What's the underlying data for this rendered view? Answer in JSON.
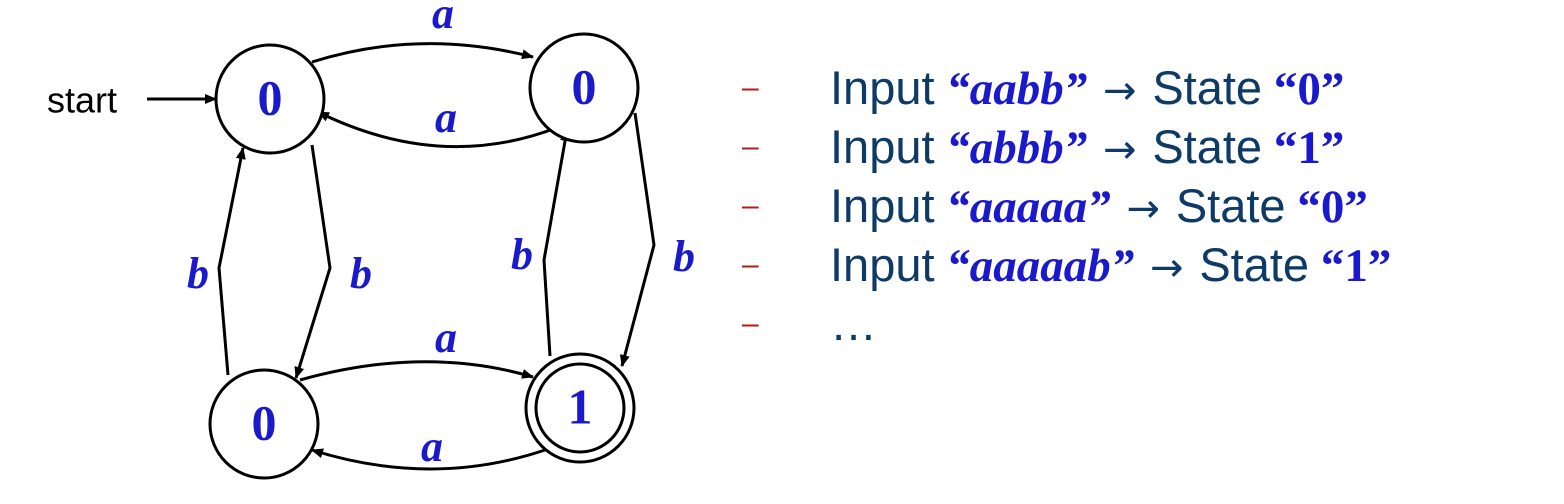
{
  "diagram": {
    "start_label": "start",
    "states": [
      {
        "id": "top-left",
        "label": "0",
        "accepting": false,
        "initial": true
      },
      {
        "id": "top-right",
        "label": "0",
        "accepting": false,
        "initial": false
      },
      {
        "id": "bottom-left",
        "label": "0",
        "accepting": false,
        "initial": false
      },
      {
        "id": "bottom-right",
        "label": "1",
        "accepting": true,
        "initial": false
      }
    ],
    "transitions": [
      {
        "from": "top-left",
        "to": "top-right",
        "symbol": "a"
      },
      {
        "from": "top-right",
        "to": "top-left",
        "symbol": "a"
      },
      {
        "from": "bottom-left",
        "to": "bottom-right",
        "symbol": "a"
      },
      {
        "from": "bottom-right",
        "to": "bottom-left",
        "symbol": "a"
      },
      {
        "from": "bottom-left",
        "to": "top-left",
        "symbol": "b"
      },
      {
        "from": "top-left",
        "to": "bottom-left",
        "symbol": "b"
      },
      {
        "from": "bottom-right",
        "to": "top-right",
        "symbol": "b"
      },
      {
        "from": "top-right",
        "to": "bottom-right",
        "symbol": "b"
      }
    ]
  },
  "examples": [
    {
      "bullet": "–",
      "prefix": "Input",
      "open_quote": "“",
      "input": "aabb",
      "close_quote": "”",
      "arrow": "→",
      "state_word": "State",
      "state_open_quote": "“",
      "state": "0",
      "state_close_quote": "”"
    },
    {
      "bullet": "–",
      "prefix": "Input",
      "open_quote": "“",
      "input": "abbb",
      "close_quote": "”",
      "arrow": "→",
      "state_word": "State",
      "state_open_quote": "“",
      "state": "1",
      "state_close_quote": "”"
    },
    {
      "bullet": "–",
      "prefix": "Input",
      "open_quote": "“",
      "input": "aaaaa",
      "close_quote": "”",
      "arrow": "→",
      "state_word": "State",
      "state_open_quote": "“",
      "state": "0",
      "state_close_quote": "”"
    },
    {
      "bullet": "–",
      "prefix": "Input",
      "open_quote": "“",
      "input": "aaaaab",
      "close_quote": "”",
      "arrow": "→",
      "state_word": "State",
      "state_open_quote": "“",
      "state": "1",
      "state_close_quote": "”"
    }
  ],
  "ellipsis_row": {
    "bullet": "–",
    "text": "…"
  },
  "colors": {
    "outline": "#000000",
    "symbol_blue": "#1a1acc",
    "text_navy": "#0d3a66",
    "bullet_red": "#b21d1d"
  }
}
